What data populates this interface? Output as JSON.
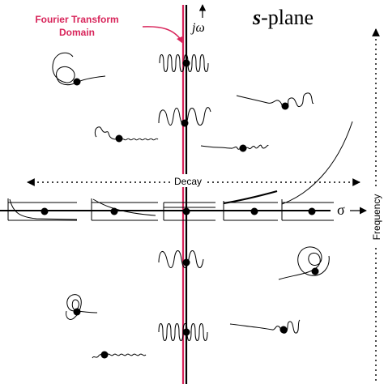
{
  "diagram": {
    "title_prefix": "s",
    "title_suffix": "-plane",
    "fourier_label_line1": "Fourier Transform",
    "fourier_label_line2": "Domain",
    "imag_axis_j": "j",
    "imag_axis_omega": "ω",
    "real_axis_label": "σ",
    "decay_label": "Decay",
    "frequency_label": "Frequency",
    "colors": {
      "fourier_line": "#d8245a",
      "ink": "#000000",
      "background": "#ffffff"
    }
  }
}
